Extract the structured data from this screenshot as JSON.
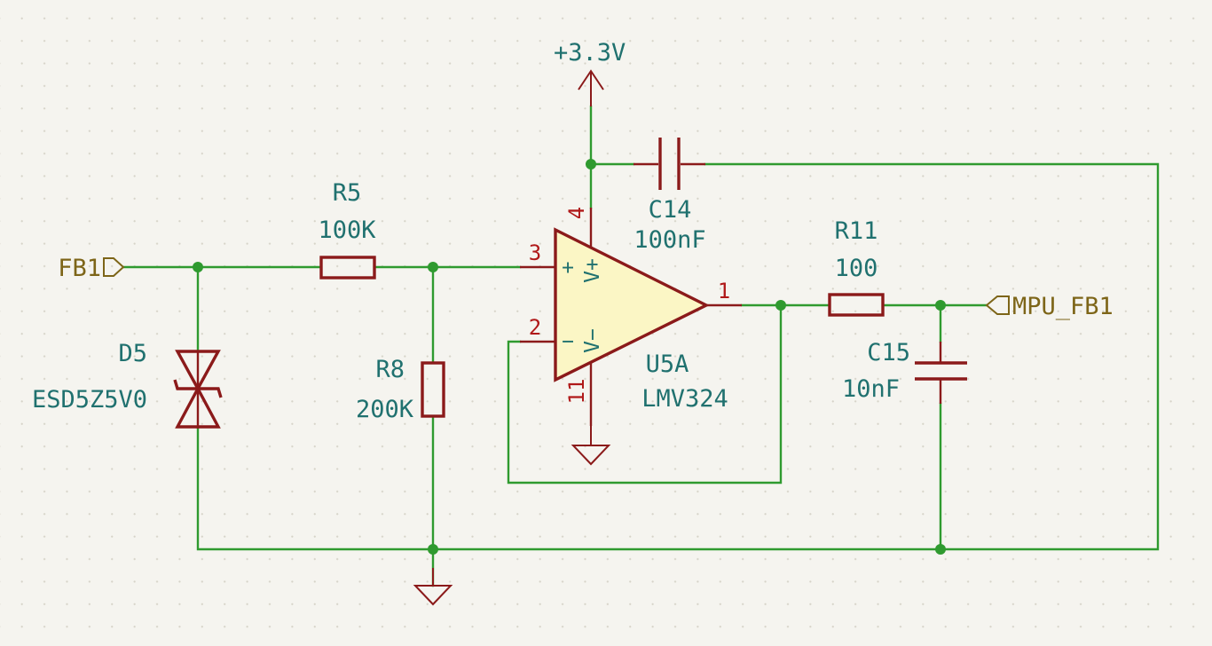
{
  "power": {
    "vcc_label": "+3.3V"
  },
  "net_labels": {
    "input": "FB1",
    "output": "MPU_FB1"
  },
  "components": {
    "r5": {
      "ref": "R5",
      "value": "100K"
    },
    "r8": {
      "ref": "R8",
      "value": "200K"
    },
    "r11": {
      "ref": "R11",
      "value": "100"
    },
    "c14": {
      "ref": "C14",
      "value": "100nF"
    },
    "c15": {
      "ref": "C15",
      "value": "10nF"
    },
    "d5": {
      "ref": "D5",
      "value": "ESD5Z5V0"
    },
    "u5a": {
      "ref": "U5A",
      "value": "LMV324",
      "pins": {
        "noninv": "3",
        "inv": "2",
        "out": "1",
        "vplus": "4",
        "vminus": "11"
      },
      "pin_names": {
        "plus": "+",
        "minus": "−",
        "vplus": "V+",
        "vminus": "V−"
      }
    }
  },
  "colors": {
    "background": "#f5f4ef",
    "wire": "#2f9a2f",
    "symbol": "#8b1a1a",
    "opamp_fill": "#fbf6c5",
    "text": "#20716f",
    "pin_number": "#b01919",
    "net_label": "#7d6518"
  }
}
